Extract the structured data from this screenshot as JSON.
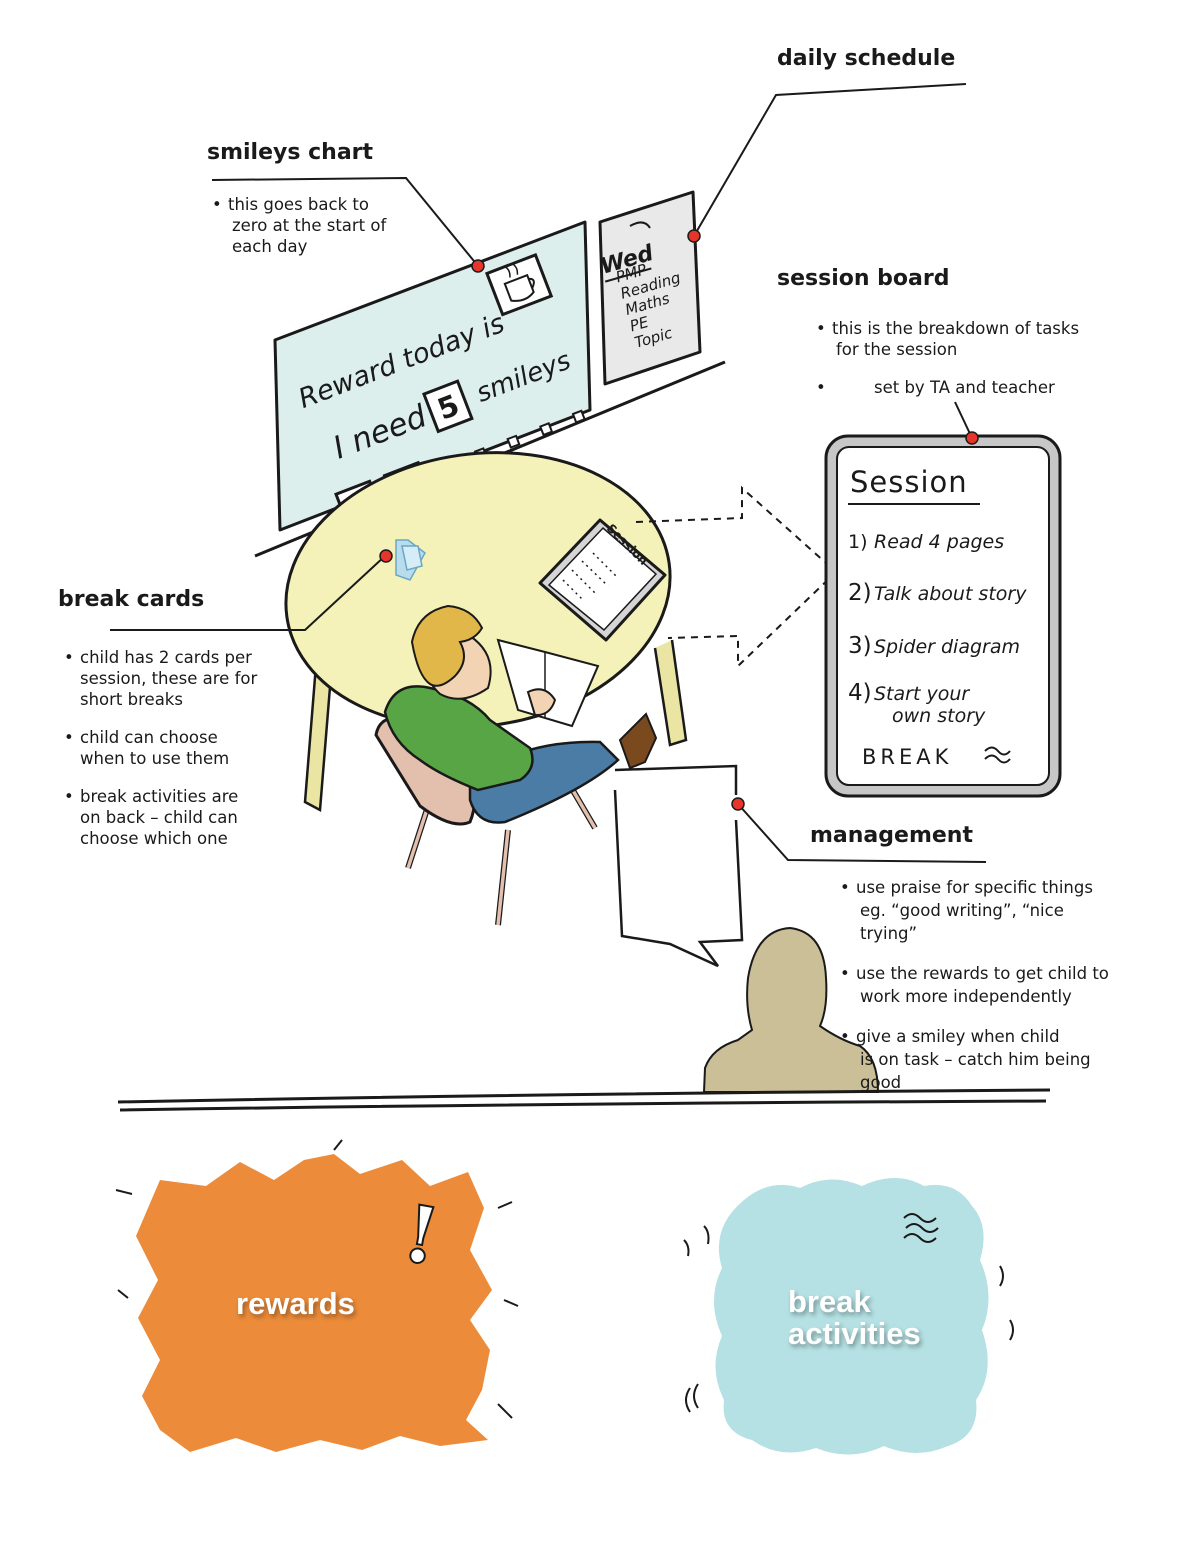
{
  "colors": {
    "chart_board": "#dcefed",
    "table_top": "#f4f2b8",
    "table_legs": "#eae5a3",
    "shirt": "#57a545",
    "jeans": "#4b7ca6",
    "hair": "#e2b74a",
    "chair": "#e3bfae",
    "ta_silhouette": "#cbbf98",
    "session_tablet": "#c7c7c7",
    "rewards_blob": "#ec8c3a",
    "break_blob": "#b5e1e4",
    "pin": "#e8352b"
  },
  "callouts": {
    "daily_schedule": {
      "title": "daily schedule"
    },
    "smileys_chart": {
      "title": "smileys chart",
      "notes": [
        {
          "lines": [
            "this goes back to",
            "zero at the start of",
            "each day"
          ]
        }
      ]
    },
    "session_board": {
      "title": "session board",
      "notes": [
        {
          "lines": [
            "this is the breakdown of tasks",
            "for the session"
          ]
        },
        {
          "lines": [
            "set by TA and teacher"
          ]
        }
      ]
    },
    "break_cards": {
      "title": "break cards",
      "notes": [
        {
          "lines": [
            "child has 2 cards per",
            "session, these are for",
            "short breaks"
          ]
        },
        {
          "lines": [
            "child can choose",
            "when to use them"
          ]
        },
        {
          "lines": [
            "break activities are",
            "on back – child can",
            "choose which one"
          ]
        }
      ]
    },
    "management": {
      "title": "management",
      "notes": [
        {
          "lines": [
            "use praise for specific things",
            "eg. “good writing”, “nice",
            "trying”"
          ]
        },
        {
          "lines": [
            "use the rewards to get child to",
            "work more independently"
          ]
        },
        {
          "lines": [
            "give a smiley when child",
            "is on task – catch him being",
            "good"
          ]
        }
      ]
    }
  },
  "smileys_board": {
    "line1": "Reward today is",
    "line2_pre": "I need",
    "target": "5",
    "line2_post": "smileys"
  },
  "schedule_board": {
    "day": "Wed",
    "items": [
      "PMP",
      "Reading",
      "Maths",
      "PE",
      "Topic"
    ]
  },
  "session_tablet": {
    "title": "Session",
    "tasks": [
      {
        "num": "1)",
        "text": [
          "Read 4 pages"
        ]
      },
      {
        "num": "2)",
        "text": [
          "Talk about story"
        ]
      },
      {
        "num": "3)",
        "text": [
          "Spider diagram"
        ]
      },
      {
        "num": "4)",
        "text": [
          "Start your",
          "own story"
        ]
      }
    ],
    "footer": "BREAK",
    "footer_icon": "wavy-lines-icon"
  },
  "desk_tablet": {
    "title": "Session"
  },
  "bottom": {
    "rewards_label": "rewards",
    "rewards_mark": "!",
    "break_label_lines": [
      "break",
      "activities"
    ]
  }
}
